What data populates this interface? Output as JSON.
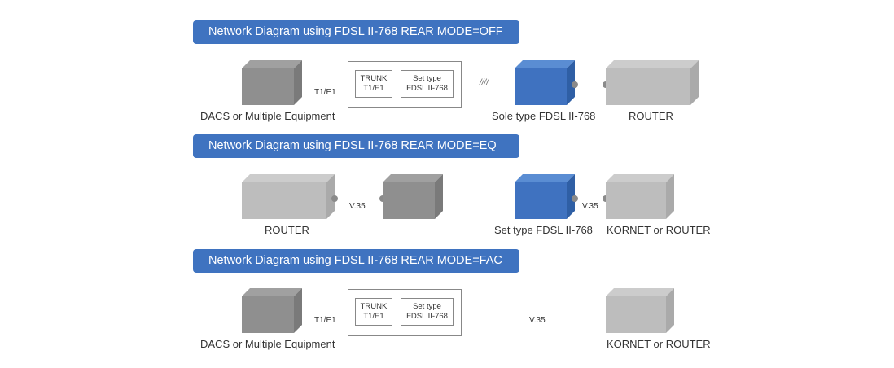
{
  "diagrams": [
    {
      "title": "Network Diagram using FDSL II-768 REAR MODE=OFF",
      "left_device": "DACS or Multiple Equipment",
      "left_link": "T1/E1",
      "frame": {
        "inner_left": [
          "TRUNK",
          "T1/E1"
        ],
        "inner_right": [
          "Set type",
          "FDSL II-768"
        ]
      },
      "mid_link_symbol": "////",
      "center_device": "Sole type FDSL II-768",
      "right_device": "ROUTER"
    },
    {
      "title": "Network Diagram using FDSL II-768 REAR MODE=EQ",
      "left_device": "ROUTER",
      "left_link": "V.35",
      "center_device": "Set type FDSL II-768",
      "right_link": "V.35",
      "right_device": "KORNET or ROUTER"
    },
    {
      "title": "Network Diagram using FDSL II-768 REAR MODE=FAC",
      "left_device": "DACS or Multiple Equipment",
      "left_link": "T1/E1",
      "frame": {
        "inner_left": [
          "TRUNK",
          "T1/E1"
        ],
        "inner_right": [
          "Set type",
          "FDSL II-768"
        ]
      },
      "mid_link": "V.35",
      "right_device": "KORNET or ROUTER"
    }
  ],
  "colors": {
    "title_bg": "#3f73c0",
    "blue_device": "#3f72c0",
    "dark_gray_device": "#8f8f8f",
    "light_gray_device": "#bdbdbd"
  }
}
